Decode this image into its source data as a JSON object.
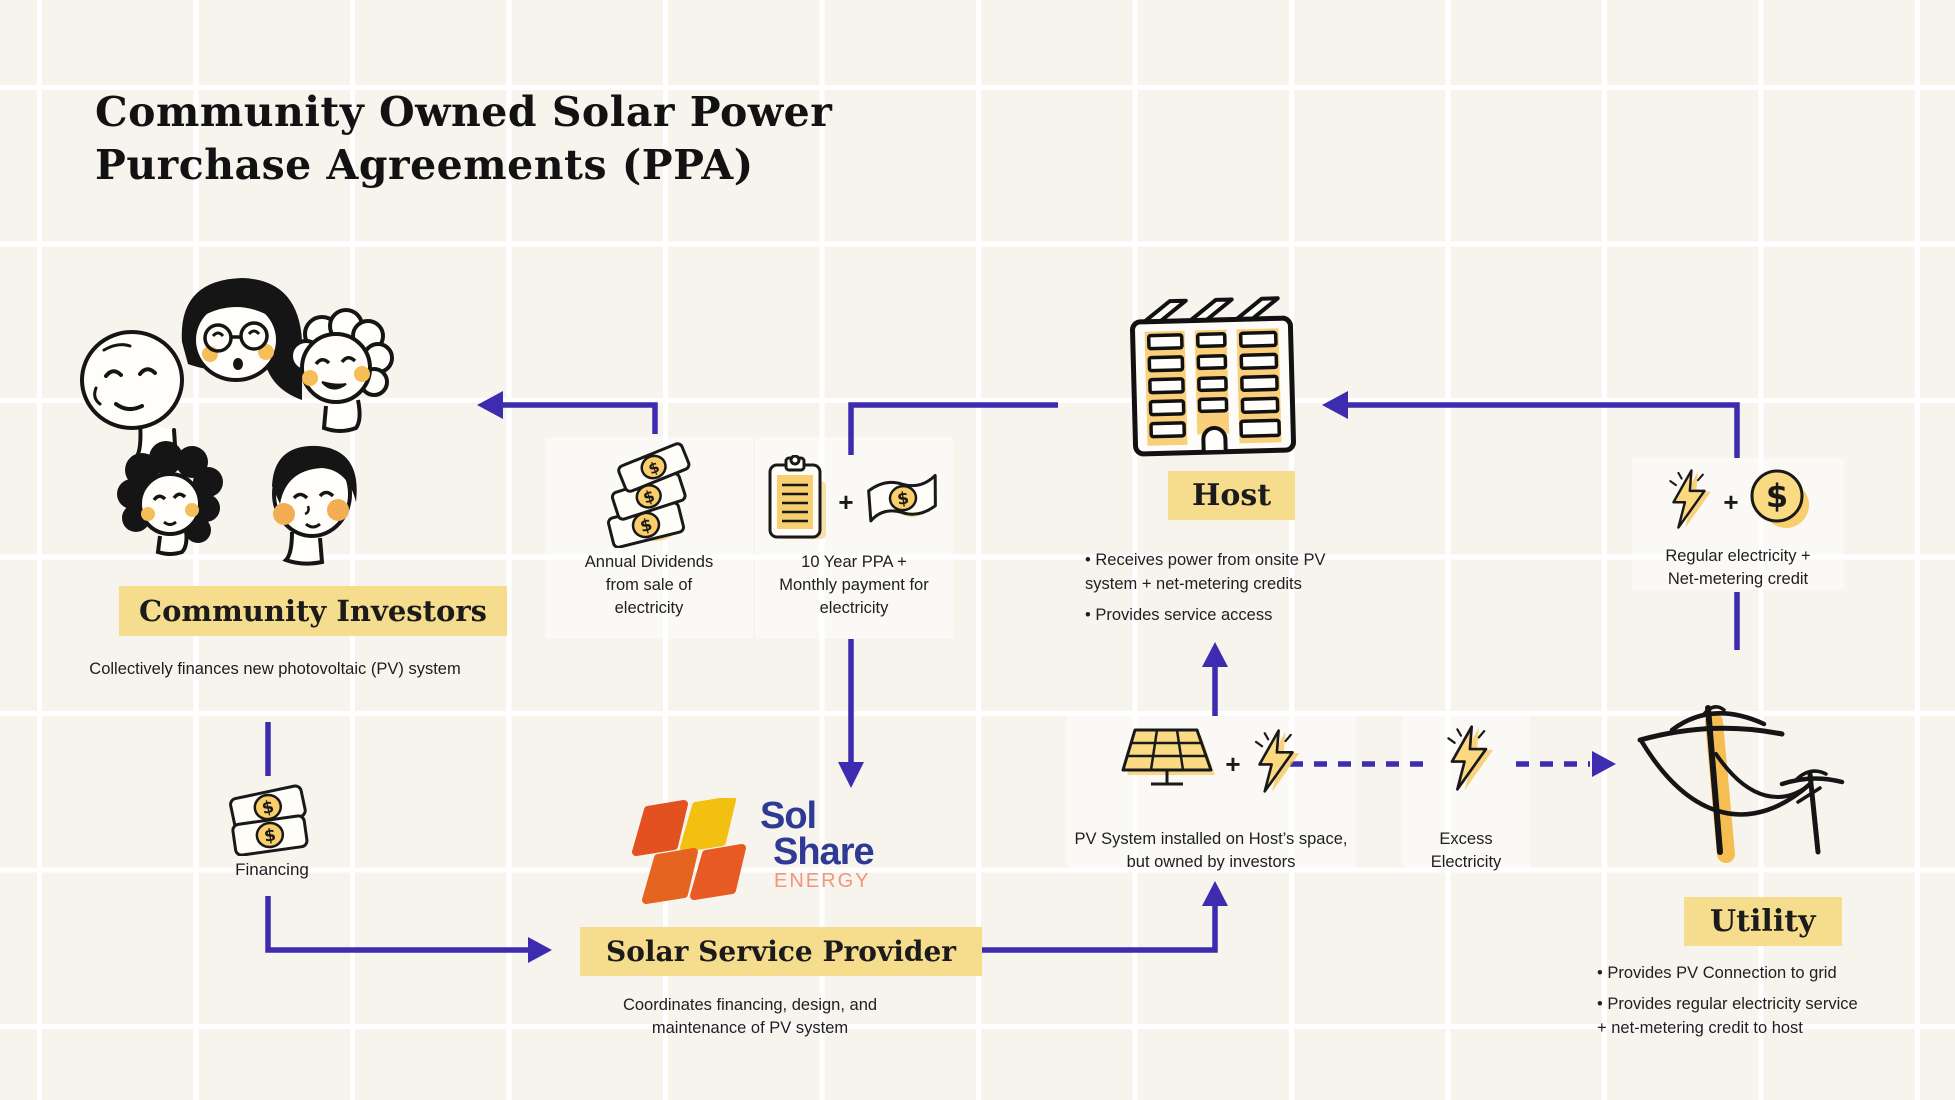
{
  "title": {
    "text": "Community Owned Solar Power\nPurchase Agreements (PPA)"
  },
  "colors": {
    "background": "#F7F4EE",
    "grid_line": "#FFFFFF",
    "arrow": "#3D2BB0",
    "highlight_yellow": "#F6DD8E",
    "icon_yellow": "#FBD97E",
    "logo_navy": "#2E3A93",
    "logo_red": "#E2511F",
    "logo_yellow": "#F3C012",
    "logo_salmon": "#F0967C"
  },
  "icons": {
    "dollar": "$"
  },
  "investors": {
    "label": "Community Investors",
    "description": "Collectively finances new photovoltaic (PV) system",
    "illustration": "five-people-faces"
  },
  "financing": {
    "label": "Financing",
    "icon": "money-bills-icon"
  },
  "annual_dividends": {
    "caption": "Annual Dividends\nfrom sale of\nelectricity",
    "icon": "money-stack-icon"
  },
  "ppa_payment": {
    "caption": "10 Year PPA +\nMonthly payment for\nelectricity",
    "plus": "+",
    "icons": [
      "clipboard-icon",
      "dollar-bill-icon"
    ]
  },
  "host": {
    "label": "Host",
    "bullets": [
      "• Receives power from onsite PV\nsystem + net-metering credits",
      "• Provides service access"
    ],
    "illustration": "building-with-solar-panels"
  },
  "regular_electricity": {
    "caption": "Regular electricity +\nNet-metering credit",
    "plus": "+",
    "icons": [
      "lightning-icon",
      "dollar-coin-icon"
    ]
  },
  "provider": {
    "logo": {
      "sol": "Sol",
      "share": "Share",
      "energy": "ENERGY"
    },
    "label": "Solar Service Provider",
    "description": "Coordinates financing, design, and\nmaintenance of PV system"
  },
  "pv_system": {
    "caption": "PV System installed on Host’s space,\nbut owned by investors",
    "plus": "+",
    "icons": [
      "solar-panel-icon",
      "lightning-icon"
    ]
  },
  "excess": {
    "caption": "Excess\nElectricity",
    "icon": "lightning-icon"
  },
  "utility": {
    "label": "Utility",
    "bullets": [
      "• Provides PV Connection to grid",
      "• Provides regular electricity service\n+ net-metering credit to host"
    ],
    "illustration": "power-line-poles"
  }
}
